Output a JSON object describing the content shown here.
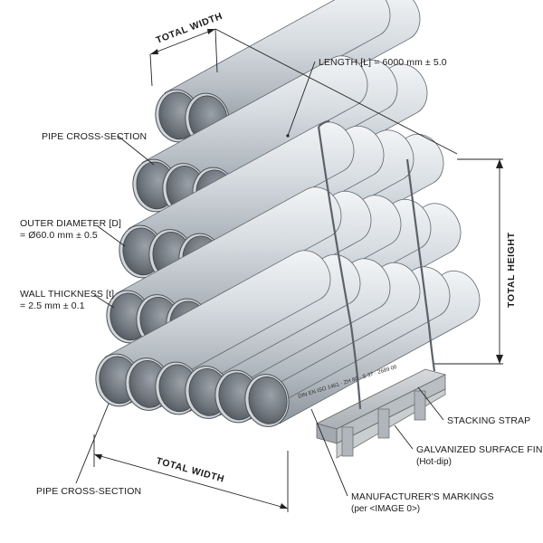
{
  "labels": {
    "total_width_top": "TOTAL WIDTH",
    "length": "LENGTH [L] = 6000 mm ± 5.0",
    "pipe_cross_section_top": "PIPE CROSS-SECTION",
    "outer_diameter_title": "OUTER DIAMETER [D]",
    "outer_diameter_value": "= Ø60.0 mm ± 0.5",
    "wall_thickness_title": "WALL THICKNESS [t]",
    "wall_thickness_value": "= 2.5 mm ± 0.1",
    "total_height": "TOTAL HEIGHT",
    "stacking_strap": "STACKING STRAP",
    "galvanized_title": "GALVANIZED SURFACE FINISH",
    "galvanized_sub": "(Hot-dip)",
    "manufacturer_title": "MANUFACTURER'S MARKINGS",
    "manufacturer_sub": "(per <IMAGE 0>)",
    "total_width_bottom": "TOTAL WIDTH",
    "pipe_cross_section_bottom": "PIPE CROSS-SECTION",
    "pipe_marking": "DIN EN ISO 1461 · ZH 80 · S 37 · 2689 00"
  },
  "colors": {
    "pipe_light": "#e6e9ec",
    "pipe_mid": "#bfc5cb",
    "pipe_dark": "#8d949b",
    "pipe_end_outer": "#cfd4d8",
    "pipe_end_inner": "#6f767d",
    "pallet": "#c9cdd1",
    "ink": "#1a1a1a"
  },
  "stack": {
    "rows": [
      2,
      3,
      4,
      5,
      6
    ],
    "pipe_count": 20
  }
}
